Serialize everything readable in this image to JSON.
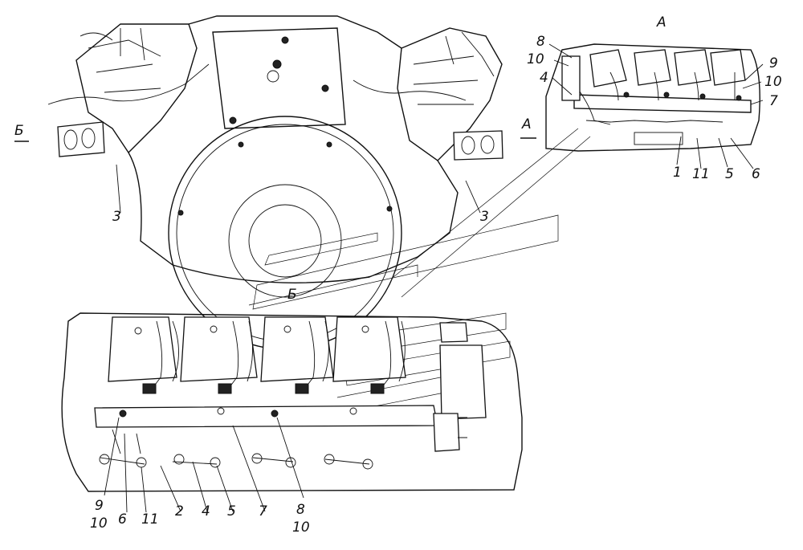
{
  "views": {
    "main": {
      "section_label": "Б",
      "arrow_label": "А",
      "callout_left": "3",
      "callout_right": "3"
    },
    "detail_a": {
      "title": "А",
      "callouts": {
        "c8": "8",
        "c10a": "10",
        "c4": "4",
        "c9": "9",
        "c10b": "10",
        "c7": "7",
        "c1": "1",
        "c11": "11",
        "c5": "5",
        "c6": "6"
      }
    },
    "detail_b": {
      "title": "Б",
      "callouts": {
        "c9": "9",
        "c10a": "10",
        "c6": "6",
        "c11": "11",
        "c2": "2",
        "c4": "4",
        "c5": "5",
        "c7": "7",
        "c8": "8",
        "c10b": "10"
      }
    }
  }
}
